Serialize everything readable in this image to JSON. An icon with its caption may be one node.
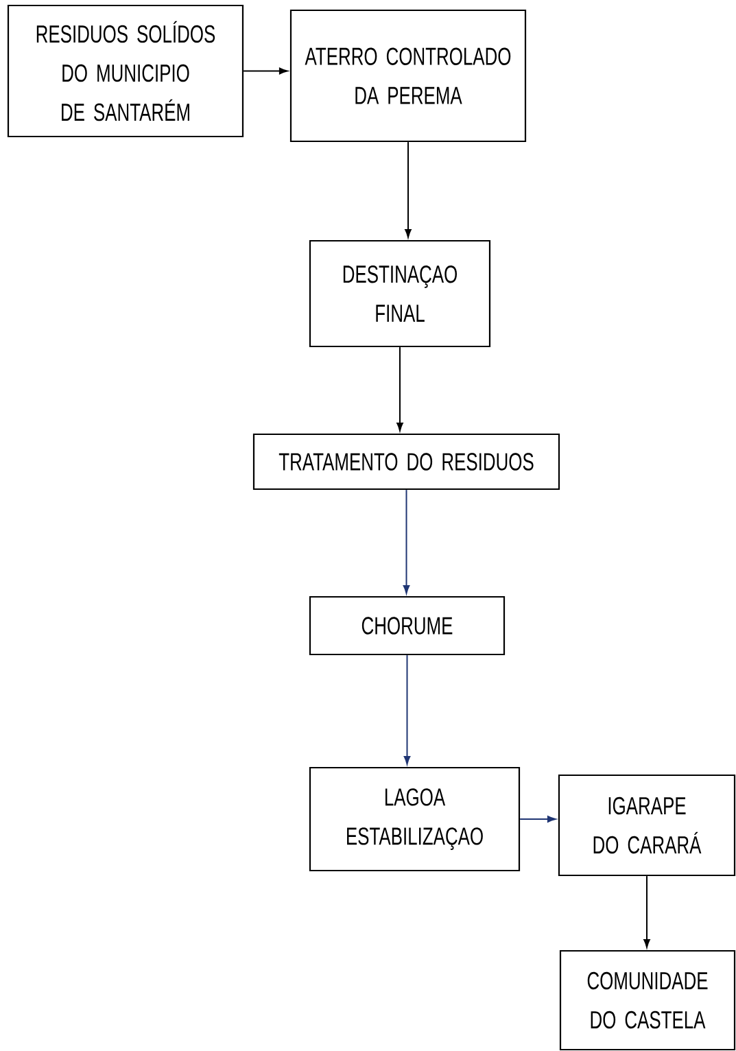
{
  "diagram": {
    "nodes": [
      {
        "text": [
          "RESIDUOS SOLÍDOS DO MUNICIPIO DE SANTARÉM"
        ]
      },
      {
        "text": [
          "ATERRO CONTROLADO DA PEREMA"
        ]
      },
      {
        "text": [
          "DESTINAÇAO FINAL"
        ]
      },
      {
        "text": [
          "TRATAMENTO DO RESIDUOS"
        ]
      },
      {
        "text": [
          "CHORUME"
        ]
      },
      {
        "text": [
          "LAGOA ESTABILIZAÇAO"
        ]
      },
      {
        "text": [
          "IGARAPE DO CARARÁ"
        ]
      },
      {
        "text": [
          "COMUNIDADE DO CASTELA"
        ]
      }
    ],
    "edges": [
      {
        "from": 0,
        "to": 1,
        "arrow": "to"
      },
      {
        "from": 1,
        "to": 2,
        "arrow": "to"
      },
      {
        "from": 2,
        "to": 3,
        "arrow": "to"
      },
      {
        "from": 3,
        "to": 4,
        "arrow": "to",
        "color": "#1f3573"
      },
      {
        "from": 4,
        "to": 5,
        "arrow": "to",
        "color": "#1f3573"
      },
      {
        "from": 5,
        "to": 6,
        "arrow": "to",
        "color": "#1f3573"
      },
      {
        "from": 6,
        "to": 7,
        "arrow": "to"
      }
    ]
  }
}
